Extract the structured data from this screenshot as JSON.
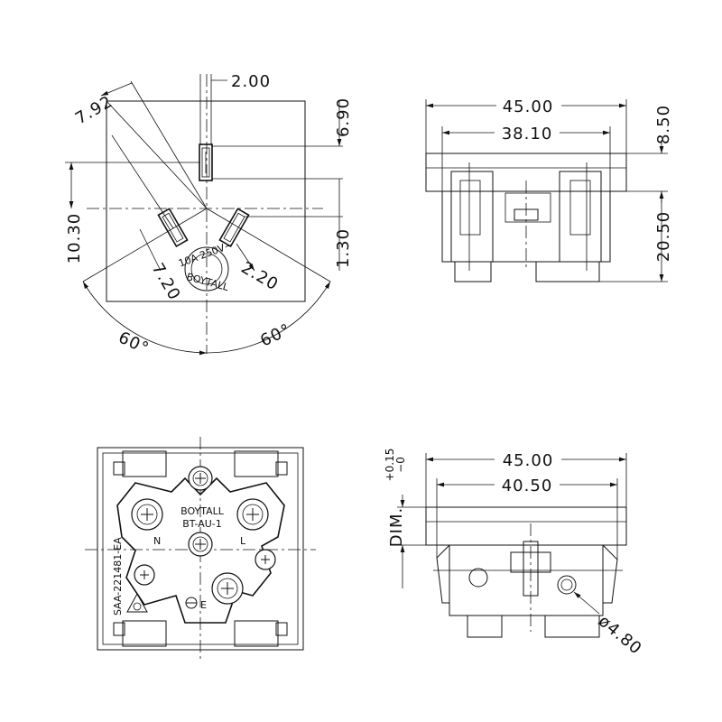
{
  "front_view": {
    "dims": {
      "d_2_00": "2.00",
      "d_7_92": "7.92",
      "d_6_90": "6.90",
      "d_10_30": "10.30",
      "d_1_30": "1.30",
      "d_7_20": "7.20",
      "d_2_20": "2.20",
      "angle_left": "60°",
      "angle_right": "60°"
    },
    "logo_text": [
      "10A 250V~",
      "BOYTALL"
    ]
  },
  "side_view_top": {
    "dims": {
      "width_outer": "45.00",
      "width_inner": "38.10",
      "height_plate": "8.50",
      "height_body": "20.50"
    }
  },
  "rear_view": {
    "brand": "BOYTALL",
    "model": "BT-AU-1",
    "terminal_n": "N",
    "terminal_l": "L",
    "terminal_e": "E",
    "approval": "SAA-221481-EA"
  },
  "side_view_bottom": {
    "dims": {
      "width_outer": "45.00",
      "width_inner": "40.50",
      "dim_label": "DIM.",
      "tol_plus": "+0.15",
      "tol_minus": "−0",
      "hole_dia": "ø4.80"
    }
  }
}
